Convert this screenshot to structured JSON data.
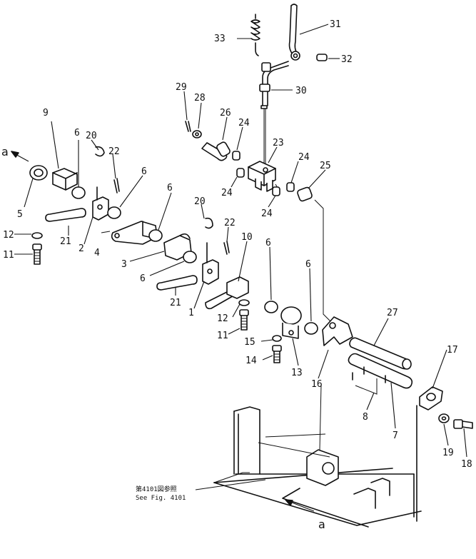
{
  "callouts": {
    "p1": "1",
    "p2": "2",
    "p3": "3",
    "p4": "4",
    "p5": "5",
    "p6a": "6",
    "p6b": "6",
    "p6c": "6",
    "p6d": "6",
    "p6e": "6",
    "p6f": "6",
    "p7": "7",
    "p8": "8",
    "p9": "9",
    "p10": "10",
    "p11a": "11",
    "p11b": "11",
    "p12a": "12",
    "p12b": "12",
    "p13": "13",
    "p14": "14",
    "p15": "15",
    "p16": "16",
    "p17": "17",
    "p18": "18",
    "p19": "19",
    "p20a": "20",
    "p20b": "20",
    "p21a": "21",
    "p21b": "21",
    "p22a": "22",
    "p22b": "22",
    "p23": "23",
    "p24a": "24",
    "p24b": "24",
    "p24c": "24",
    "p24d": "24",
    "p25": "25",
    "p26": "26",
    "p27": "27",
    "p28": "28",
    "p29": "29",
    "p30": "30",
    "p31": "31",
    "p32": "32",
    "p33": "33"
  },
  "view_marker": "a",
  "reference_note": {
    "jp": "第4101図参照",
    "en": "See Fig. 4101"
  }
}
